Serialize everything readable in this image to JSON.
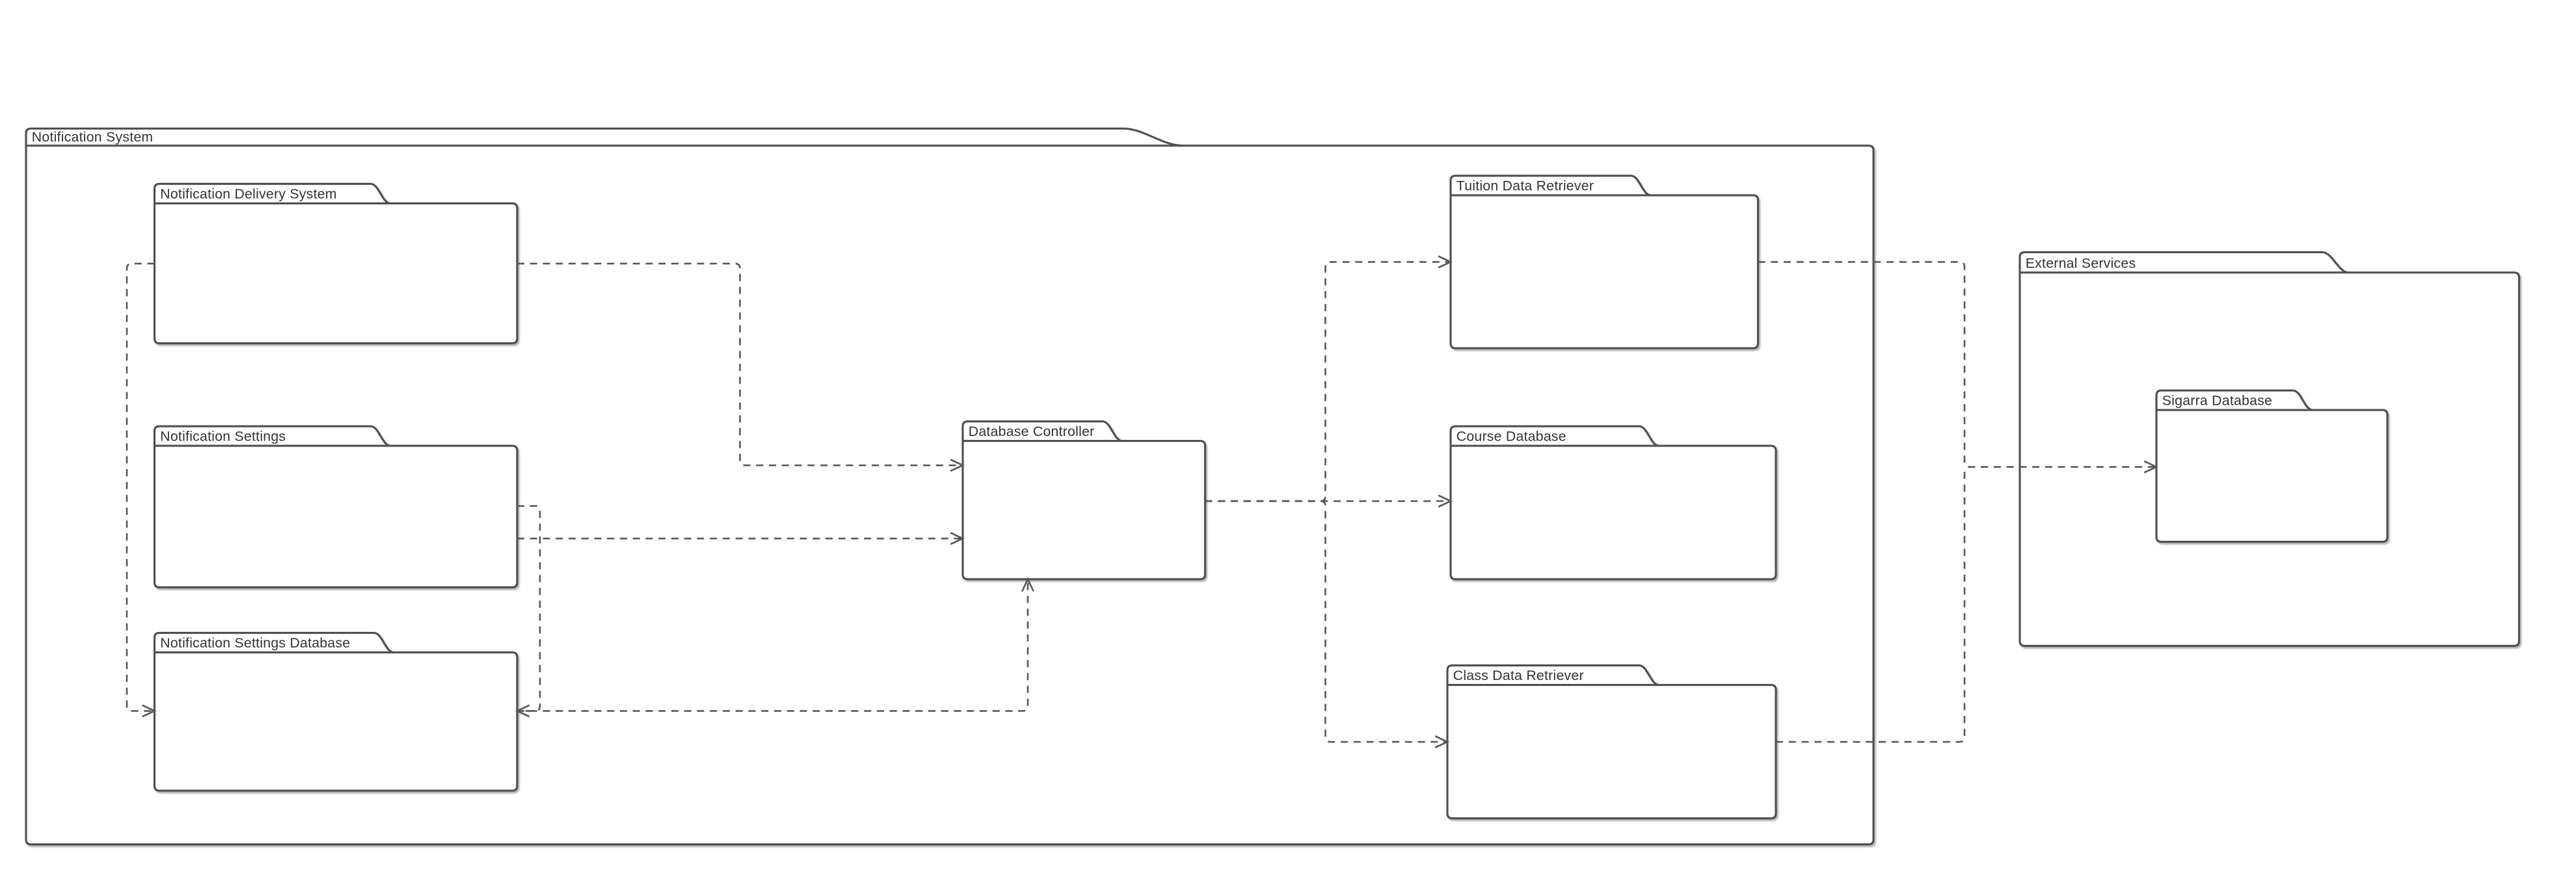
{
  "diagram": {
    "type": "uml-package-diagram",
    "background_color": "#ffffff",
    "shape_stroke_color": "#505050",
    "edge_stroke_color": "#595959",
    "text_color": "#333333",
    "edge_style": "dashed",
    "arrow_style": "open-chevron"
  },
  "packages": {
    "notification_system": {
      "label": "Notification System",
      "container": true
    },
    "notification_delivery_system": {
      "label": "Notification Delivery System"
    },
    "notification_settings": {
      "label": "Notification Settings"
    },
    "notification_settings_database": {
      "label": "Notification Settings Database"
    },
    "database_controller": {
      "label": "Database Controller"
    },
    "tuition_data_retriever": {
      "label": "Tuition Data Retriever"
    },
    "course_database": {
      "label": "Course Database"
    },
    "class_data_retriever": {
      "label": "Class Data Retriever"
    },
    "external_services": {
      "label": "External Services",
      "container": true
    },
    "sigarra_database": {
      "label": "Sigarra Database"
    }
  },
  "edges": [
    {
      "from": "Notification Delivery System",
      "to": "Database Controller",
      "style": "dashed",
      "arrow": "open"
    },
    {
      "from": "Notification Delivery System",
      "to": "Notification Settings Database",
      "style": "dashed",
      "arrow": "open"
    },
    {
      "from": "Notification Settings",
      "to": "Database Controller",
      "style": "dashed",
      "arrow": "open"
    },
    {
      "from": "Notification Settings",
      "to": "Notification Settings Database",
      "style": "dashed",
      "arrow": "open"
    },
    {
      "from": "Notification Settings Database",
      "to": "Database Controller",
      "style": "dashed",
      "arrow": "open"
    },
    {
      "from": "Database Controller",
      "to": "Tuition Data Retriever",
      "style": "dashed",
      "arrow": "open"
    },
    {
      "from": "Database Controller",
      "to": "Course Database",
      "style": "dashed",
      "arrow": "open"
    },
    {
      "from": "Database Controller",
      "to": "Class Data Retriever",
      "style": "dashed",
      "arrow": "open"
    },
    {
      "from": "Tuition Data Retriever",
      "to": "Sigarra Database",
      "style": "dashed",
      "arrow": "open"
    },
    {
      "from": "Class Data Retriever",
      "to": "Sigarra Database",
      "style": "dashed",
      "arrow": "open"
    }
  ]
}
